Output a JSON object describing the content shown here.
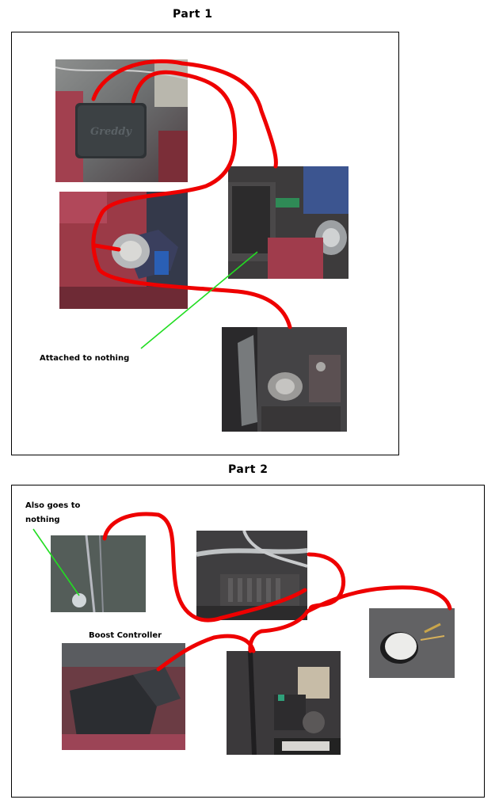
{
  "part1": {
    "title": "Part 1",
    "annotation": "Attached to nothing"
  },
  "part2": {
    "title": "Part 2",
    "annotation_line1": "Also goes to",
    "annotation_line2": "nothing",
    "boost_label": "Boost Controller"
  },
  "photo_labels": {
    "greddy_box": "Greddy"
  },
  "colors": {
    "wire": "#ee0000",
    "pointer": "#22dd22",
    "frame": "#000000"
  }
}
